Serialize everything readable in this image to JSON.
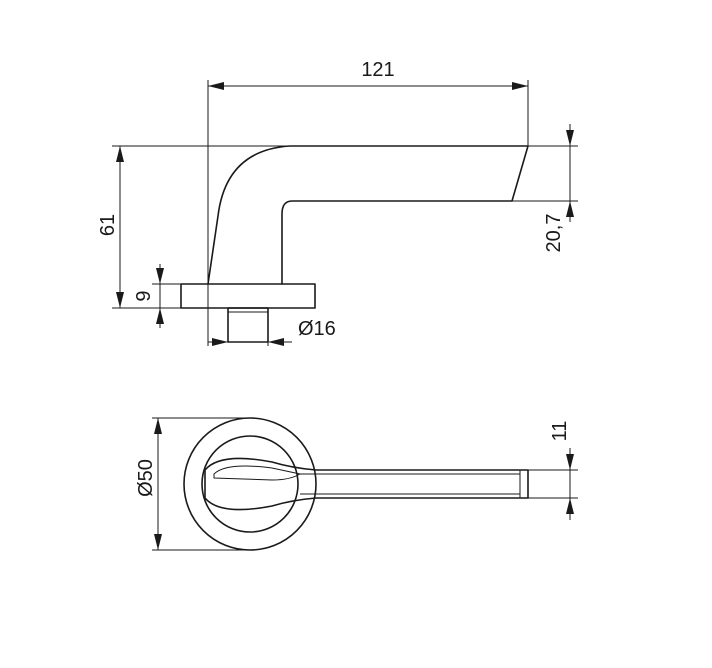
{
  "dimensions": {
    "length": "121",
    "height": "61",
    "rose_thickness": "9",
    "spindle_diameter": "Ø16",
    "grip_height": "20,7",
    "rose_diameter": "Ø50",
    "lever_width": "11"
  },
  "colors": {
    "stroke": "#1a1a1a",
    "background": "#ffffff"
  }
}
